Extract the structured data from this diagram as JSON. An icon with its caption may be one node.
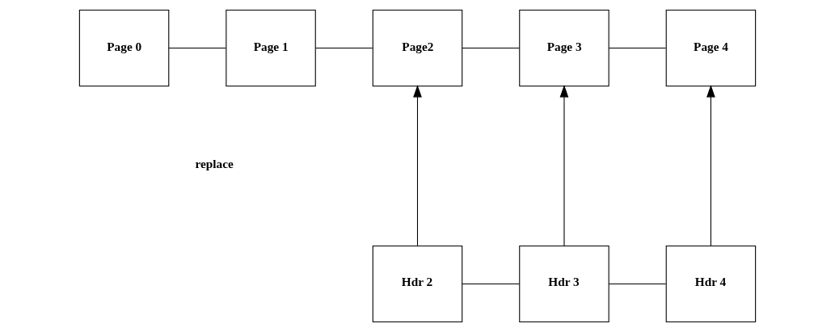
{
  "diagram": {
    "nodes": [
      {
        "text": [
          "Page 0"
        ]
      },
      {
        "text": [
          "Page 1"
        ]
      },
      {
        "text": [
          "Page2"
        ]
      },
      {
        "text": [
          "Page 3"
        ]
      },
      {
        "text": [
          "Page 4"
        ]
      },
      {
        "text": [
          "Hdr 2"
        ]
      },
      {
        "text": [
          "Hdr 3"
        ]
      },
      {
        "text": [
          "Hdr 4"
        ]
      }
    ],
    "edges": [
      {
        "from": 0,
        "to": 1,
        "arrow": "none"
      },
      {
        "from": 1,
        "to": 2,
        "arrow": "none"
      },
      {
        "from": 2,
        "to": 3,
        "arrow": "none"
      },
      {
        "from": 3,
        "to": 4,
        "arrow": "none"
      },
      {
        "from": 5,
        "to": 2,
        "arrow": "to"
      },
      {
        "from": 6,
        "to": 3,
        "arrow": "to"
      },
      {
        "from": 7,
        "to": 4,
        "arrow": "to"
      },
      {
        "from": 5,
        "to": 6,
        "arrow": "none"
      },
      {
        "from": 6,
        "to": 7,
        "arrow": "none"
      }
    ],
    "labels": [
      "replace"
    ]
  }
}
